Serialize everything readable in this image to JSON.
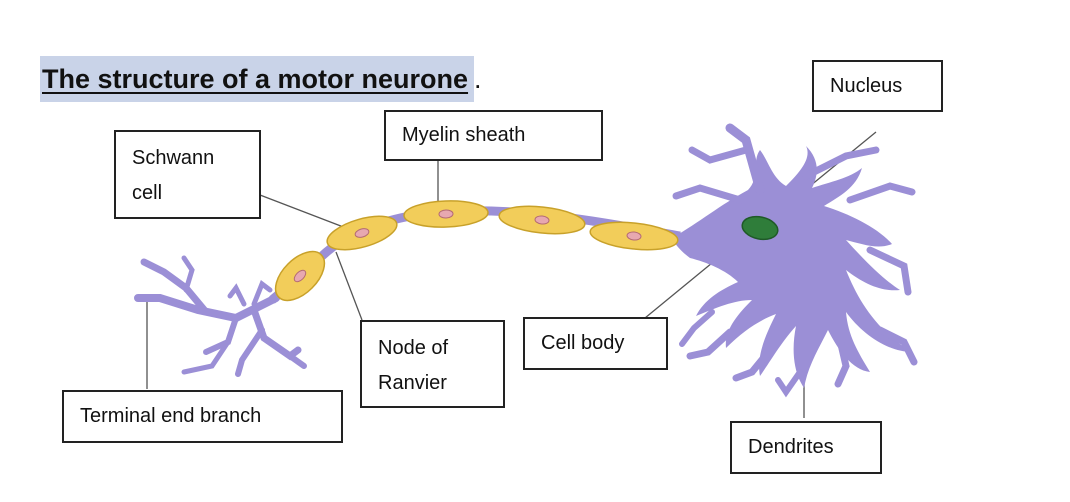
{
  "title": "The structure of a motor neurone",
  "title_punctuation": ".",
  "labels": {
    "nucleus": "Nucleus",
    "myelin_sheath": "Myelin sheath",
    "schwann_cell": "Schwann\ncell",
    "node_of_ranvier": "Node of\nRanvier",
    "cell_body": "Cell body",
    "terminal_end_branch": "Terminal end branch",
    "dendrites": "Dendrites"
  },
  "colors": {
    "neuron": "#9b8fd6",
    "myelin": "#f2cd5a",
    "nucleus": "#2f7d3a",
    "schwann_nucleus": "#e7a8b0"
  }
}
